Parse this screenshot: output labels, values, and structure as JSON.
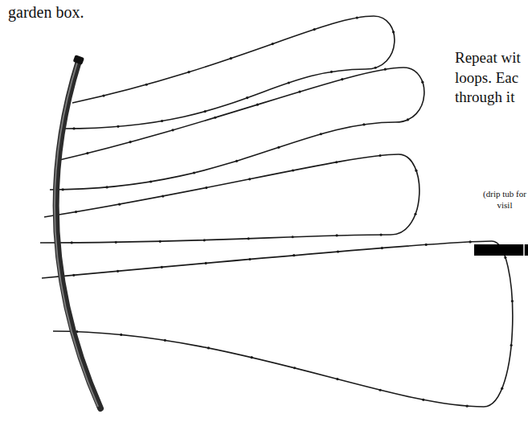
{
  "diagram": {
    "labels": [
      "garden box.",
      "Repeat wit loops. Eac through it",
      "(drip tub for visil"
    ]
  }
}
